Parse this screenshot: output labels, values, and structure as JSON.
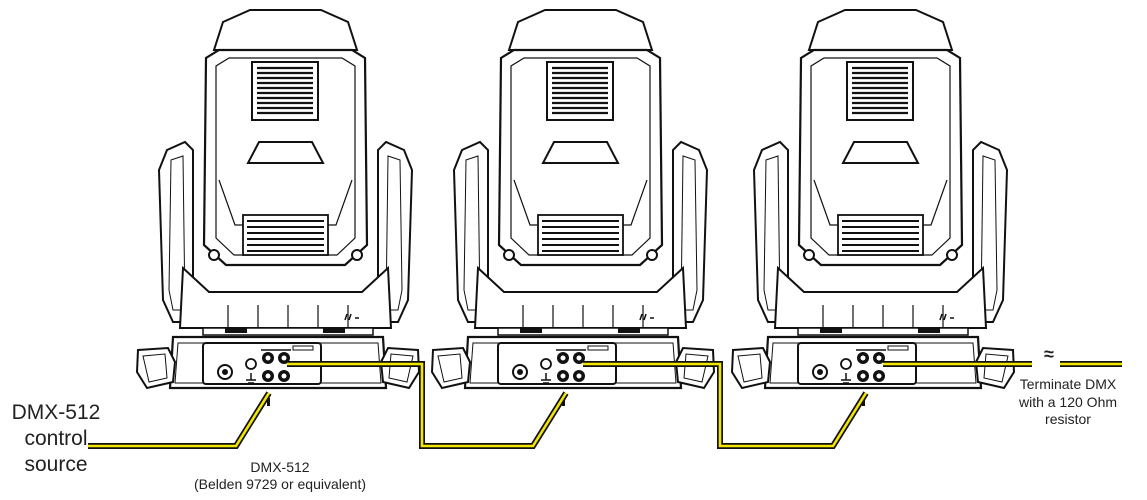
{
  "labels": {
    "control_source": [
      "DMX-512",
      "control",
      "source"
    ],
    "cable": [
      "DMX-512",
      "(Belden 9729 or equivalent)"
    ],
    "termination": [
      "Terminate DMX",
      "with a 120 Ohm",
      "resistor"
    ],
    "break_symbol": "≈"
  },
  "fixtures": [
    {
      "name": "moving-head-fixture-1"
    },
    {
      "name": "moving-head-fixture-2"
    },
    {
      "name": "moving-head-fixture-3"
    }
  ],
  "colors": {
    "line_art": "#111111",
    "cable_yellow": "#f2e600",
    "cable_outline": "#111111",
    "background": "#ffffff"
  },
  "icons": [
    "moving-head-light-icon",
    "xlr-connector-icon",
    "power-connector-icon",
    "cable-break-icon"
  ]
}
